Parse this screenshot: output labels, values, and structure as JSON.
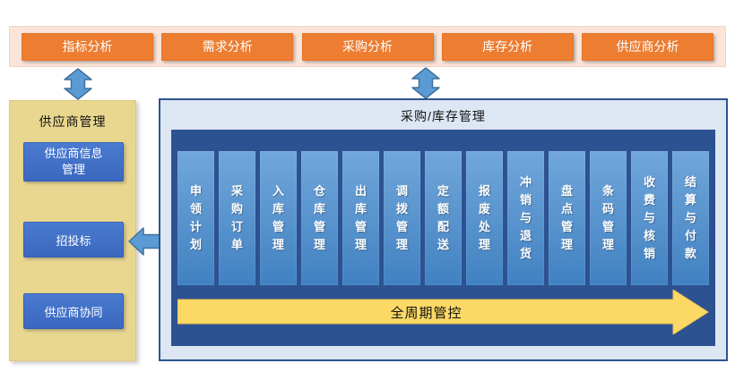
{
  "analysis_bar": {
    "items": [
      "指标分析",
      "需求分析",
      "采购分析",
      "库存分析",
      "供应商分析"
    ]
  },
  "supplier_panel": {
    "title": "供应商管理",
    "items": [
      "供应商信息管理",
      "招投标",
      "供应商协同"
    ]
  },
  "procurement_panel": {
    "title": "采购/库存管理",
    "modules": [
      "申领计划",
      "采购订单",
      "入库管理",
      "仓库管理",
      "出库管理",
      "调拨管理",
      "定额配送",
      "报废处理",
      "冲销与退货",
      "盘点管理",
      "条码管理",
      "收费与核销",
      "结算与付款"
    ],
    "cycle_arrow_label": "全周期管控"
  },
  "icons": {
    "vertical_connector": "double-headed-vertical-arrow",
    "horizontal_connector": "double-headed-horizontal-arrow",
    "cycle_arrow": "right-arrow"
  },
  "colors": {
    "analysis_bar_bg": "#fbe5d8",
    "analysis_button": "#ed7d31",
    "supplier_panel_bg": "#e9d78f",
    "item_blue": "#3d6ec6",
    "panel_bg": "#dde6f3",
    "panel_border": "#2e5491",
    "inner_container": "#2d5291",
    "module_column_top": "#71a7da",
    "module_column_bottom": "#4181c2",
    "cycle_arrow_fill": "#fcd964",
    "connector_fill": "#5b9bd5",
    "connector_stroke": "#41719c"
  }
}
